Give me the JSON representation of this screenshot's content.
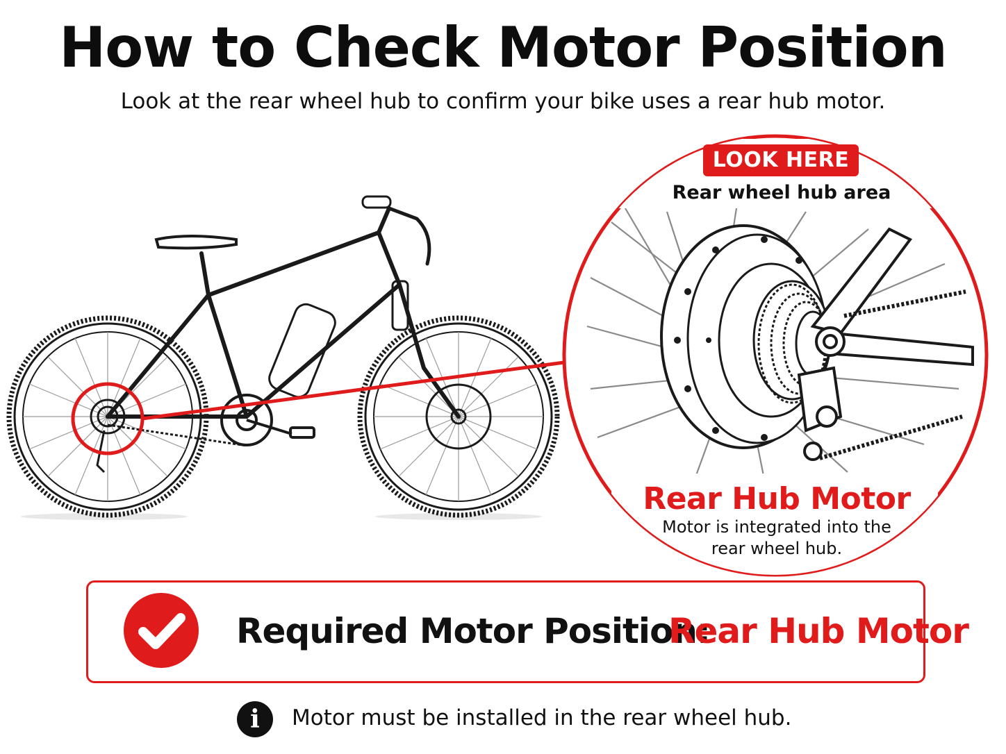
{
  "header": {
    "title": "How to Check Motor Position",
    "subtitle": "Look at the rear wheel hub to confirm your bike uses a rear hub motor."
  },
  "callout": {
    "badge": "LOOK HERE",
    "area_label": "Rear wheel hub area",
    "title": "Rear Hub Motor",
    "description": "Motor is integrated into the rear wheel hub."
  },
  "requirement": {
    "label": "Required Motor Position:",
    "value": "Rear Hub Motor"
  },
  "note": {
    "text": "Motor must be installed in the rear wheel hub."
  },
  "icons": {
    "check": "check-icon",
    "info": "info-icon"
  },
  "colors": {
    "accent": "#e01b1b",
    "ink": "#111111",
    "background": "#ffffff"
  }
}
